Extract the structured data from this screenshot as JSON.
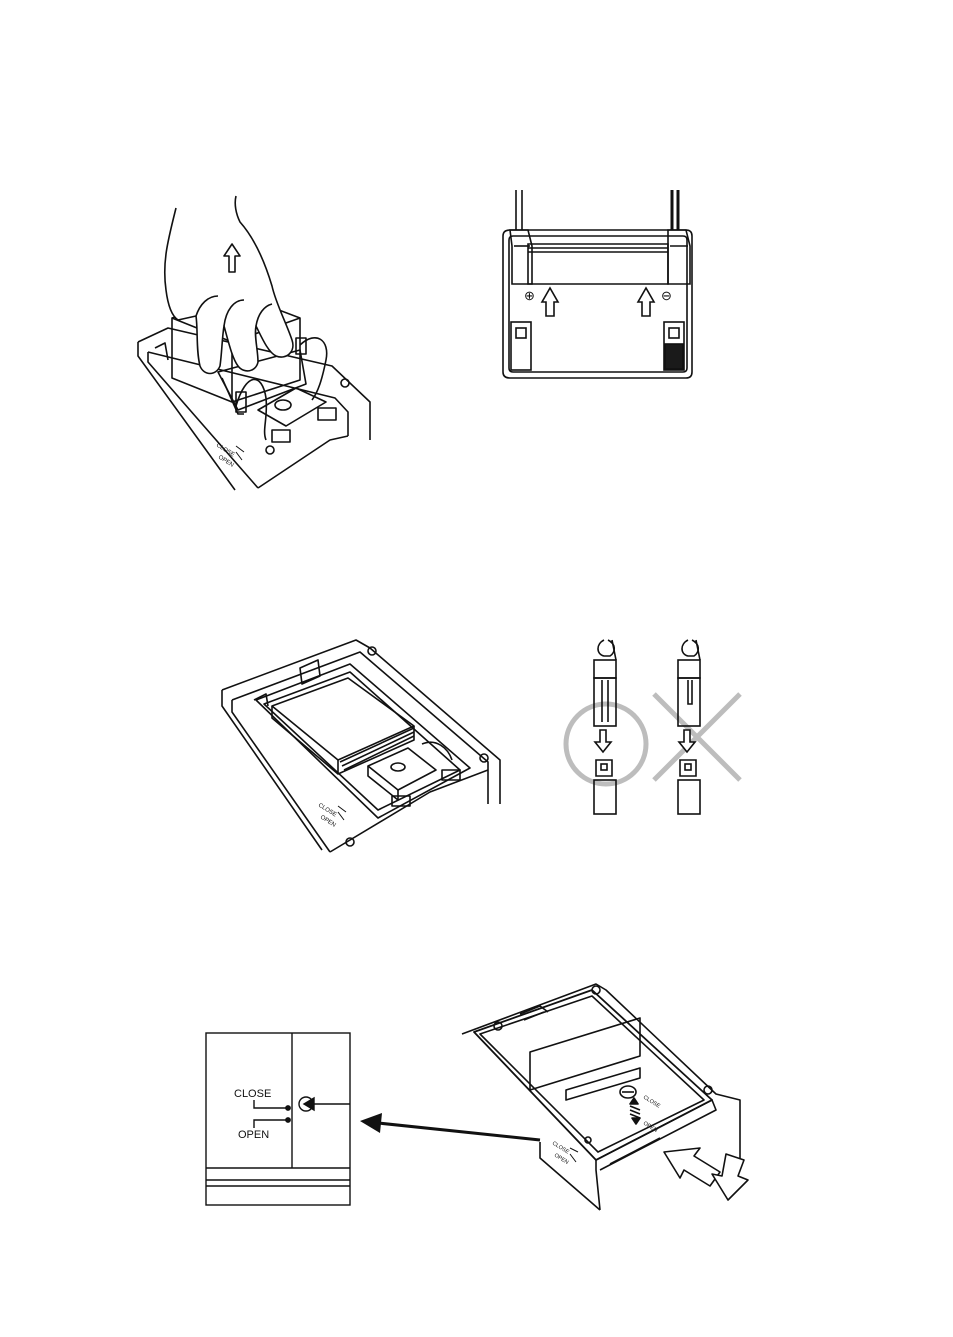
{
  "figure1": {
    "lid_close": "CLOSE",
    "lid_open": "OPEN"
  },
  "figure2": {
    "plus_symbol": "⊕",
    "minus_symbol": "⊖"
  },
  "figure3": {
    "lid_close": "CLOSE",
    "lid_open": "OPEN",
    "correct_mark": "O",
    "wrong_mark": "X"
  },
  "figure4": {
    "detail_close": "CLOSE",
    "detail_open": "OPEN",
    "cover_close": "CLOSE",
    "cover_open": "OPEN",
    "lid_close": "CLOSE",
    "lid_open": "OPEN"
  },
  "colors": {
    "line": "#111111",
    "mark_gray": "#bdbdbd",
    "fill_dark": "#1a1a1a"
  }
}
